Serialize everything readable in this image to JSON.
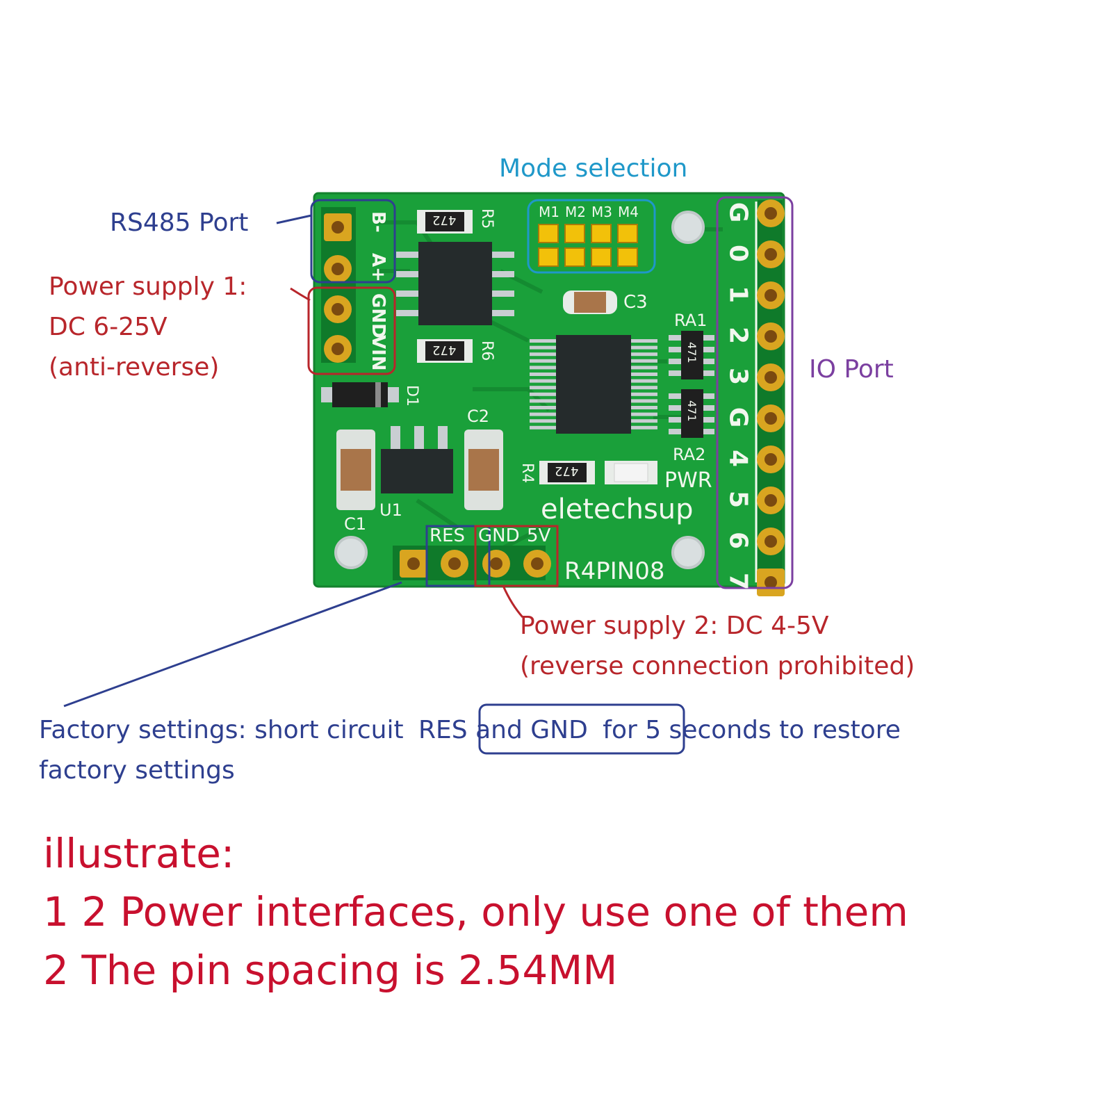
{
  "annotations": {
    "mode_selection": "Mode selection",
    "rs485_port": "RS485 Port",
    "power_supply_1": [
      "Power supply 1:",
      "DC 6-25V",
      "(anti-reverse)"
    ],
    "io_port": "IO Port",
    "power_supply_2": [
      "Power supply 2: DC 4-5V",
      "(reverse connection prohibited)"
    ],
    "factory_settings": {
      "before": "Factory settings: short circuit",
      "highlight": "RES and GND",
      "after": "for 5 seconds to restore",
      "line2": "factory settings"
    }
  },
  "notes": {
    "heading": "illustrate:",
    "items": [
      "1 2 Power interfaces, only use one of them",
      "2 The pin spacing is 2.54MM"
    ]
  },
  "board": {
    "brand": "eletechsup",
    "model": "R4PIN08",
    "left_pins": [
      "B-",
      "A+",
      "GND",
      "VIN"
    ],
    "bottom_pins": [
      "RES",
      "GND",
      "5V"
    ],
    "io_pins": [
      "G",
      "0",
      "1",
      "2",
      "3",
      "G",
      "4",
      "5",
      "6",
      "7"
    ],
    "mode_pins": [
      "M1",
      "M2",
      "M3",
      "M4"
    ],
    "components": [
      "R5",
      "R6",
      "D1",
      "C1",
      "U1",
      "C2",
      "C3",
      "RA1",
      "RA2",
      "R4",
      "PWR"
    ],
    "resistor_code": "472",
    "array_code": "471"
  },
  "colors": {
    "pcb": "#1aa03a",
    "pad": "#d9a520",
    "blue_text": "#2e3f8f",
    "red_text": "#b8262b",
    "cyan_text": "#1f98c9",
    "purple_text": "#7b3fa0",
    "note_red": "#c8102e"
  }
}
